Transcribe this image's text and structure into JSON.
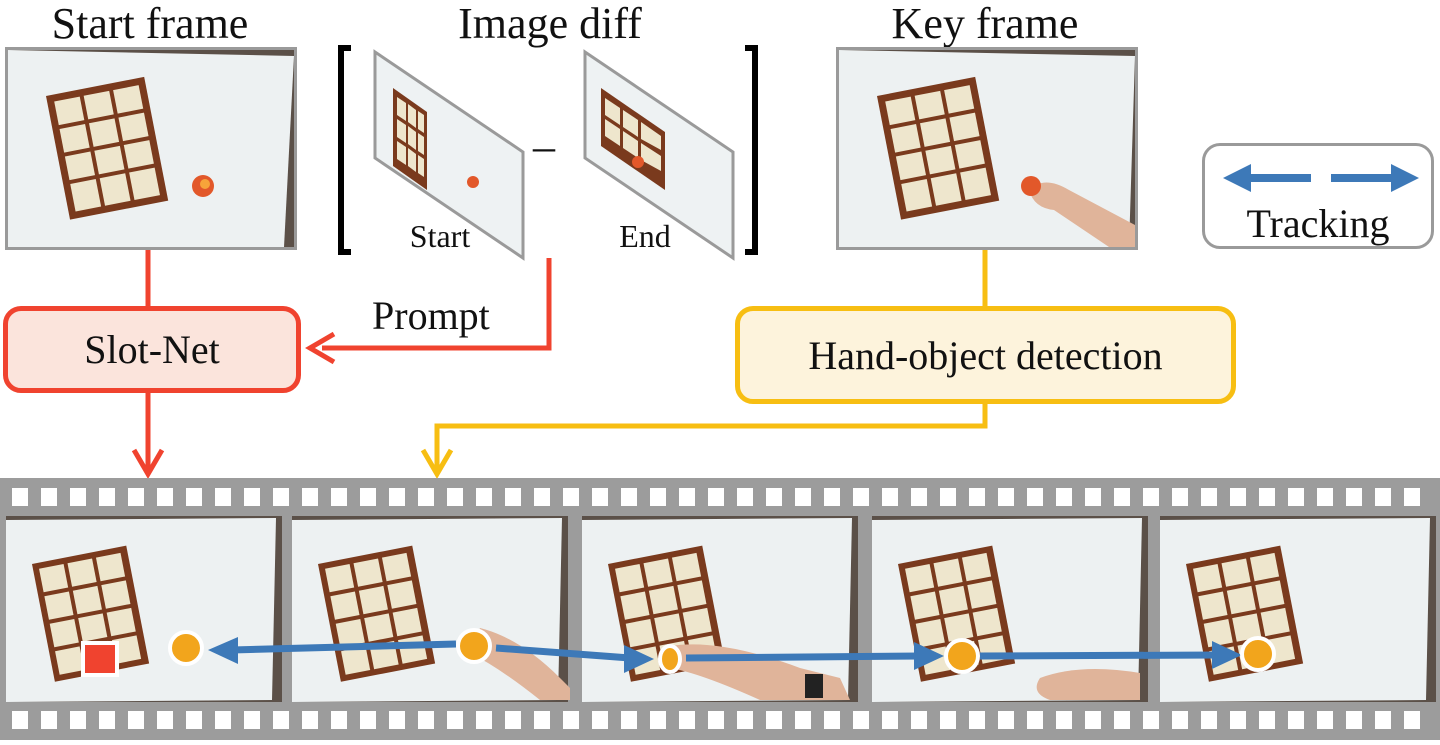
{
  "titles": {
    "start_frame": "Start frame",
    "image_diff": "Image diff",
    "key_frame": "Key frame"
  },
  "diff": {
    "start_label": "Start",
    "end_label": "End",
    "minus": "–"
  },
  "legend": {
    "label": "Tracking"
  },
  "edges": {
    "prompt": "Prompt"
  },
  "nodes": {
    "slot_net": "Slot-Net",
    "hand_object": "Hand-object detection"
  },
  "colors": {
    "red": "#f0432f",
    "red_fill": "#fbe4dc",
    "yellow": "#f7be12",
    "yellow_fill": "#fdf3dc",
    "blue": "#3d79b8",
    "film_gray": "#9c9c9c",
    "box_brown": "#7a3a1d",
    "cell": "#eee6cd"
  }
}
